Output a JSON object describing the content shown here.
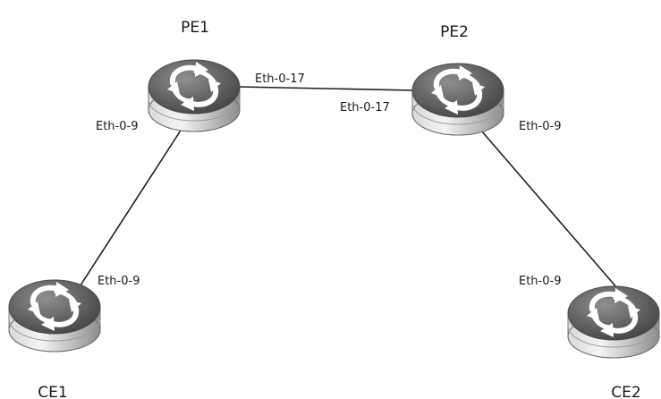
{
  "nodes": {
    "pe1": {
      "name": "PE1"
    },
    "pe2": {
      "name": "PE2"
    },
    "ce1": {
      "name": "CE1"
    },
    "ce2": {
      "name": "CE2"
    }
  },
  "links": {
    "pe1_pe2": {
      "a_port": "Eth-0-17",
      "b_port": "Eth-0-17"
    },
    "pe1_ce1": {
      "a_port": "Eth-0-9",
      "b_port": "Eth-0-9"
    },
    "pe2_ce2": {
      "a_port": "Eth-0-9",
      "b_port": "Eth-0-9"
    }
  },
  "icons": {
    "router": "router-icon"
  },
  "colors": {
    "router_body": "#8a8a8a",
    "router_top": "#5e5e5e",
    "link": "#1e1e1e"
  }
}
